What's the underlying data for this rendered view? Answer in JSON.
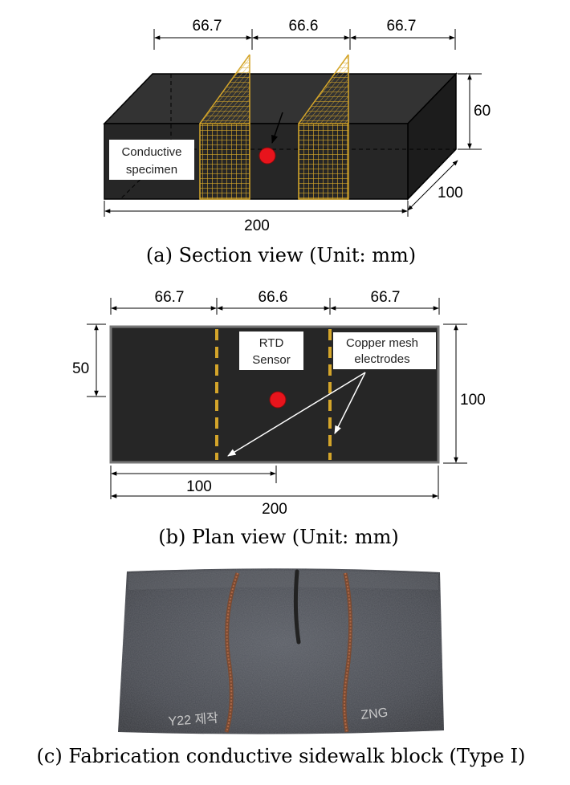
{
  "section": {
    "dims_top": [
      "66.7",
      "66.6",
      "66.7"
    ],
    "height": "60",
    "depth": "100",
    "length": "200",
    "label_line1": "Conductive",
    "label_line2": "specimen",
    "caption": "(a) Section view (Unit: mm)"
  },
  "plan": {
    "dims_top": [
      "66.7",
      "66.6",
      "66.7"
    ],
    "left_dim": "50",
    "right_dim": "100",
    "bottom_dim1": "100",
    "bottom_dim2": "200",
    "rtd_line1": "RTD",
    "rtd_line2": "Sensor",
    "copper_line1": "Copper mesh",
    "copper_line2": "electrodes",
    "caption": "(b) Plan view (Unit: mm)"
  },
  "photo": {
    "writing1": "Y22 제작",
    "writing2": "ZNG",
    "caption": "(c) Fabrication conductive sidewalk block (Type I)"
  },
  "colors": {
    "block": "#262626",
    "block_top": "#333333",
    "block_side": "#1c1c1c",
    "mesh": "#d4a52a",
    "sensor": "#e8141c",
    "photo": "#4a4d55"
  }
}
